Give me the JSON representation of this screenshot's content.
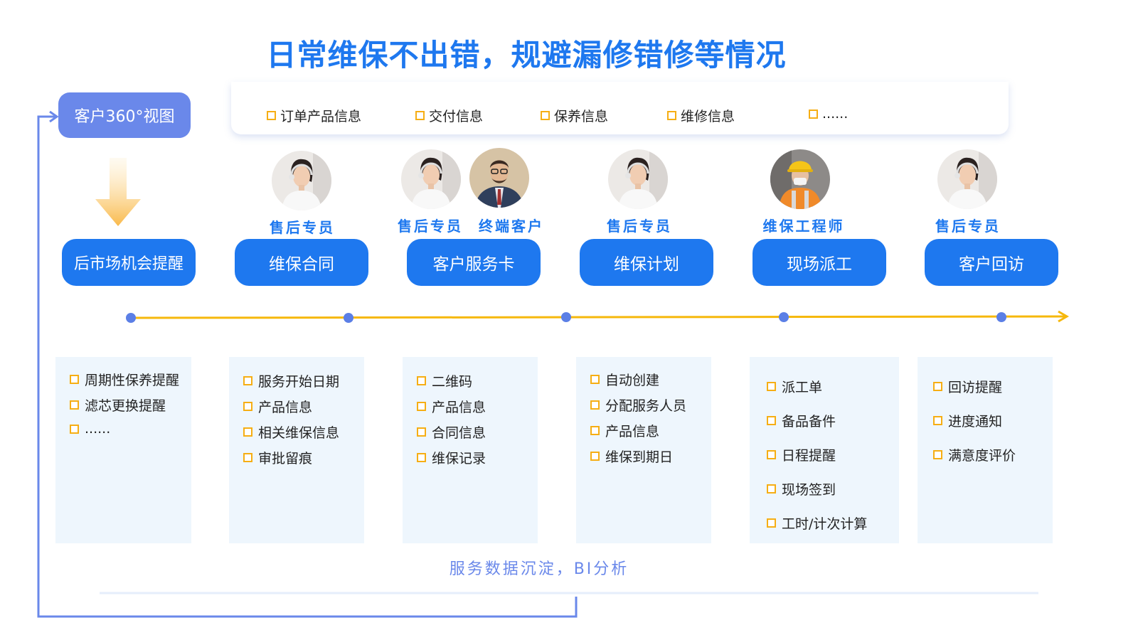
{
  "title": "日常维保不出错，规避漏修错修等情况",
  "customer_view": "客户360°视图",
  "info_items": [
    "订单产品信息",
    "交付信息",
    "保养信息",
    "维修信息",
    "......"
  ],
  "roles": {
    "after_sales": "售后专员",
    "end_customer": "终端客户",
    "engineer": "维保工程师"
  },
  "stages": [
    "后市场机会提醒",
    "维保合同",
    "客户服务卡",
    "维保计划",
    "现场派工",
    "客户回访"
  ],
  "panels": [
    [
      "周期性保养提醒",
      "滤芯更换提醒",
      "......"
    ],
    [
      "服务开始日期",
      "产品信息",
      "相关维保信息",
      "审批留痕"
    ],
    [
      "二维码",
      "产品信息",
      "合同信息",
      "维保记录"
    ],
    [
      "自动创建",
      "分配服务人员",
      "产品信息",
      "维保到期日"
    ],
    [
      "派工单",
      "备品备件",
      "日程提醒",
      "现场签到",
      "工时/计次计算"
    ],
    [
      "回访提醒",
      "进度通知",
      "满意度评价"
    ]
  ],
  "footer": "服务数据沉淀，BI分析",
  "colors": {
    "title": "#1e78ef",
    "stage_button": "#1e78ef",
    "customer_view_box": "#6a88ea",
    "timeline_line": "#f6b80c",
    "timeline_dot": "#5b7fe6",
    "checkbox_border": "#f6ae14",
    "panel_bg": "#eef6fd",
    "loop_line": "#6a88ea"
  }
}
